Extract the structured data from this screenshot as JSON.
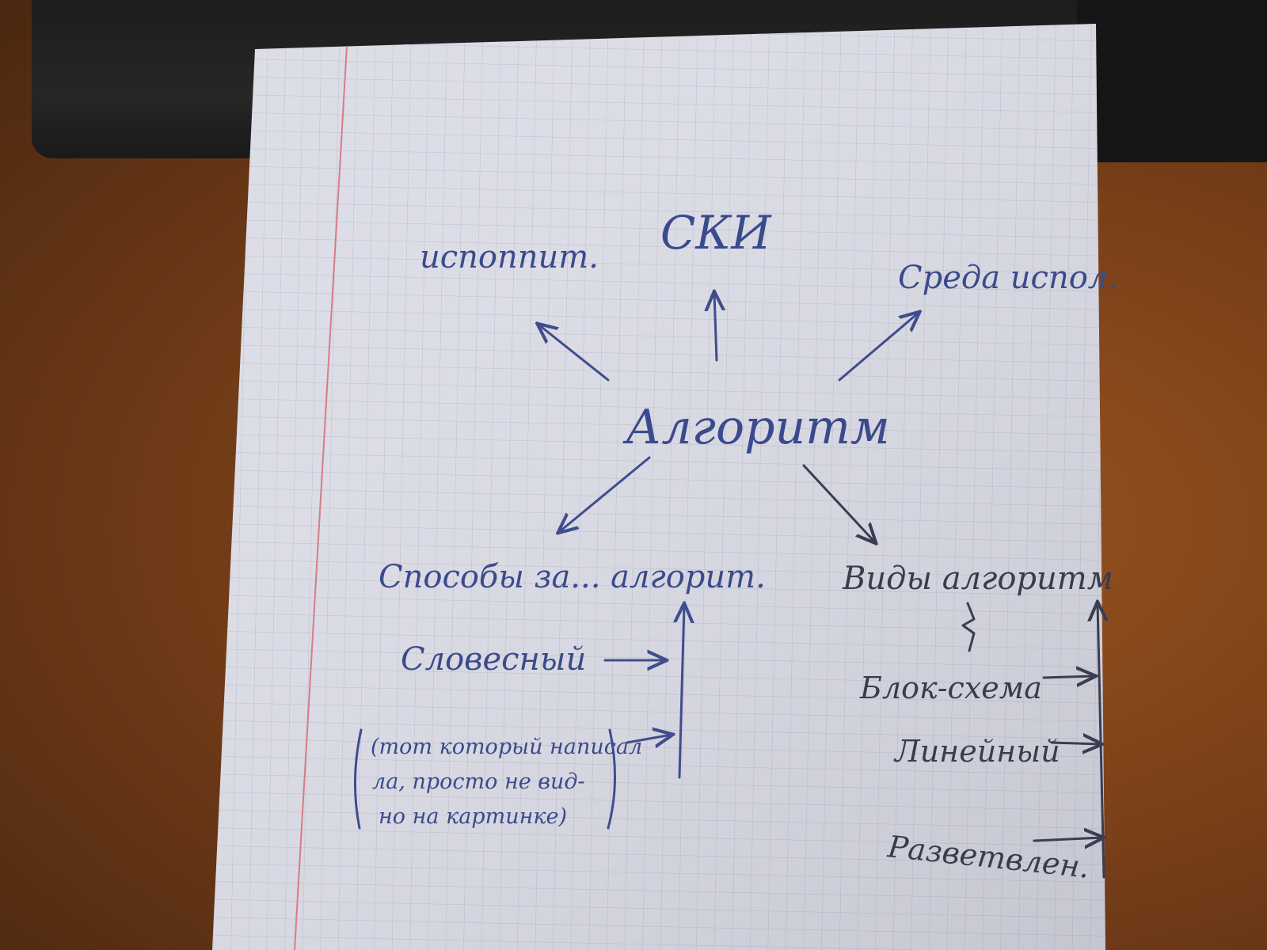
{
  "diagram": {
    "center": "Алгоритм",
    "top_left": "испоnnит.",
    "top": "СКИ",
    "top_right": "Среда испол.",
    "bottom_left": {
      "title": "Способы за... алгорит.",
      "items": [
        "Словесный"
      ],
      "note_lines": [
        "(тот который написал",
        "ла, просто не вид-",
        "но на картинке)"
      ]
    },
    "bottom_right": {
      "title": "Виды алгоритм",
      "items": [
        "Блок-схема",
        "Линейный",
        "Разветвлен."
      ]
    }
  }
}
